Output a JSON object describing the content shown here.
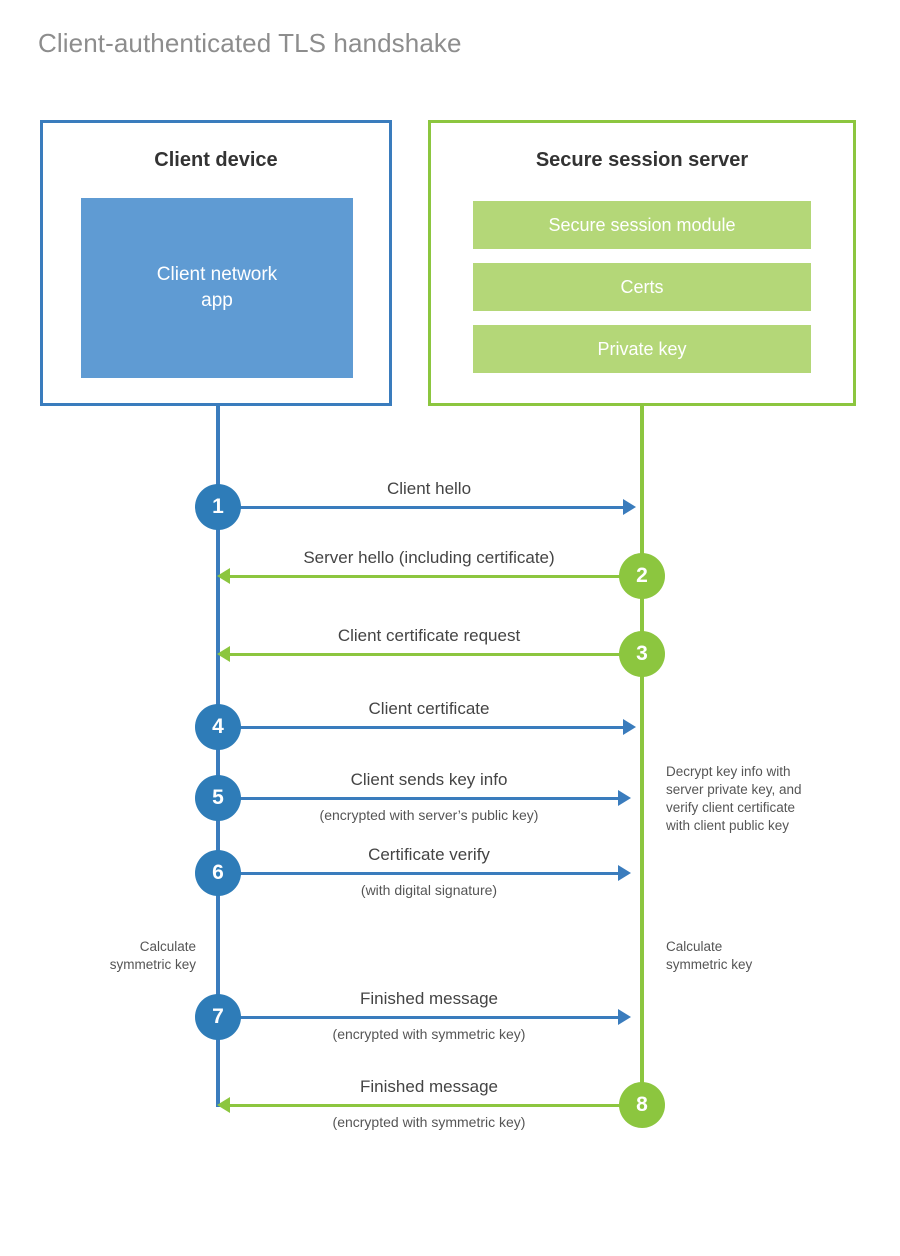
{
  "title": "Client-authenticated TLS handshake",
  "colors": {
    "client_border": "#3a7cbd",
    "client_fill": "#5f9bd3",
    "server_border": "#8cc63f",
    "server_fill": "#b4d778",
    "step_blue": "#2e7cb8",
    "step_green": "#8cc63f",
    "title_gray": "#8d8d8d"
  },
  "actors": {
    "client": {
      "title": "Client device",
      "component": "Client network\napp",
      "component_line1": "Client network",
      "component_line2": "app"
    },
    "server": {
      "title": "Secure session server",
      "modules": [
        {
          "label": "Secure session module"
        },
        {
          "label": "Certs"
        },
        {
          "label": "Private key"
        }
      ]
    }
  },
  "messages": [
    {
      "step": "1",
      "label": "Client hello",
      "sublabel": "",
      "direction": "client-to-server",
      "origin": "client"
    },
    {
      "step": "2",
      "label": "Server hello (including certificate)",
      "sublabel": "",
      "direction": "server-to-client",
      "origin": "server"
    },
    {
      "step": "3",
      "label": "Client certificate request",
      "sublabel": "",
      "direction": "server-to-client",
      "origin": "server"
    },
    {
      "step": "4",
      "label": "Client certificate",
      "sublabel": "",
      "direction": "client-to-server",
      "origin": "client"
    },
    {
      "step": "5",
      "label": "Client sends key info",
      "sublabel": "(encrypted with server’s public key)",
      "direction": "client-to-server",
      "origin": "client"
    },
    {
      "step": "6",
      "label": "Certificate verify",
      "sublabel": "(with digital signature)",
      "direction": "client-to-server",
      "origin": "client"
    },
    {
      "step": "7",
      "label": "Finished message",
      "sublabel": "(encrypted with symmetric key)",
      "direction": "client-to-server",
      "origin": "client"
    },
    {
      "step": "8",
      "label": "Finished message",
      "sublabel": "(encrypted with symmetric key)",
      "direction": "server-to-client",
      "origin": "server"
    }
  ],
  "annotations": {
    "server_decrypt_line1": "Decrypt key info with",
    "server_decrypt_line2": "server private key, and",
    "server_decrypt_line3": "verify client certificate",
    "server_decrypt_line4": "with client public key",
    "client_calc_line1": "Calculate",
    "client_calc_line2": "symmetric key",
    "server_calc_line1": "Calculate",
    "server_calc_line2": "symmetric key"
  }
}
